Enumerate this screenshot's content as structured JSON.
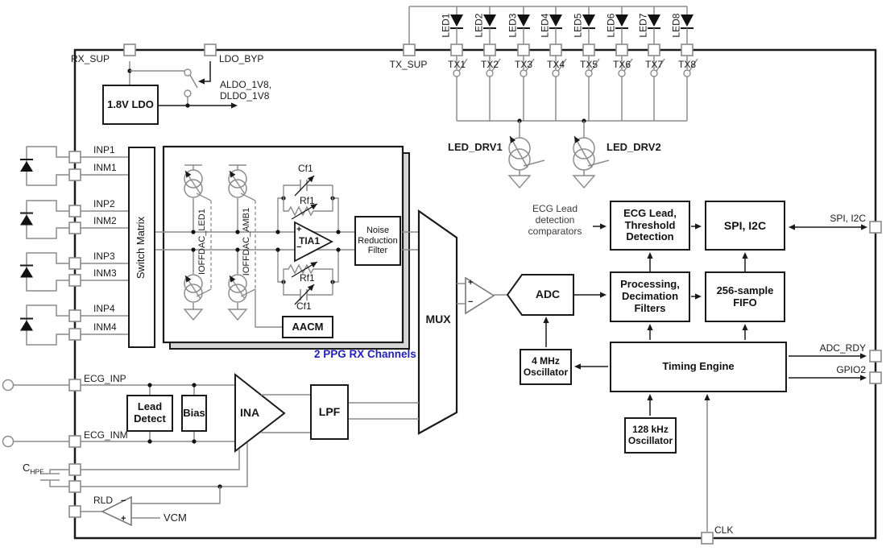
{
  "diagram": {
    "power": {
      "rx_sup": "RX_SUP",
      "ldo_byp": "LDO_BYP",
      "ldo": "1.8V LDO",
      "out_line1": "ALDO_1V8,",
      "out_line2": "DLDO_1V8"
    },
    "tx": {
      "tx_sup": "TX_SUP",
      "drv1": "LED_DRV1",
      "drv2": "LED_DRV2",
      "channels": [
        {
          "led": "LED1",
          "pin": "TX1"
        },
        {
          "led": "LED2",
          "pin": "TX2"
        },
        {
          "led": "LED3",
          "pin": "TX3"
        },
        {
          "led": "LED4",
          "pin": "TX4"
        },
        {
          "led": "LED5",
          "pin": "TX5"
        },
        {
          "led": "LED6",
          "pin": "TX6"
        },
        {
          "led": "LED7",
          "pin": "TX7"
        },
        {
          "led": "LED8",
          "pin": "TX8"
        }
      ]
    },
    "rx_inputs": [
      {
        "p": "INP1",
        "m": "INM1"
      },
      {
        "p": "INP2",
        "m": "INM2"
      },
      {
        "p": "INP3",
        "m": "INM3"
      },
      {
        "p": "INP4",
        "m": "INM4"
      }
    ],
    "switch_matrix": "Switch Matrix",
    "ppg": {
      "ioffdac_led": "IOFFDAC_LED1",
      "ioffdac_amb": "IOFFDAC_AMB1",
      "tia": "TIA1",
      "plus": "+",
      "minus": "−",
      "cf": "Cf1",
      "rf": "Rf1",
      "aacm": "AACM",
      "nrf": [
        "Noise",
        "Reduction",
        "Filter"
      ],
      "caption": "2 PPG RX Channels"
    },
    "mux": "MUX",
    "adc": "ADC",
    "osc4": [
      "4 MHz",
      "Oscillator"
    ],
    "osc128": [
      "128 kHz",
      "Oscillator"
    ],
    "comparators": [
      "ECG Lead",
      "detection",
      "comparators"
    ],
    "digital": {
      "ecg_lead": [
        "ECG Lead,",
        "Threshold",
        "Detection"
      ],
      "spi": "SPI, I2C",
      "processing": [
        "Processing,",
        "Decimation",
        "Filters"
      ],
      "fifo": [
        "256-sample",
        "FIFO"
      ],
      "timing": "Timing Engine"
    },
    "pins": {
      "spi": "SPI, I2C",
      "adc_rdy": "ADC_RDY",
      "gpio2": "GPIO2",
      "clk": "CLK"
    },
    "ecg": {
      "inp": "ECG_INP",
      "inm": "ECG_INM",
      "lead_detect": [
        "Lead",
        "Detect"
      ],
      "bias": "Bias",
      "ina": "INA",
      "lpf": "LPF",
      "chpf_base": "C",
      "chpf_sub": "HPF",
      "rld": "RLD",
      "vcm": "VCM",
      "plus": "+",
      "minus": "−"
    }
  },
  "colors": {
    "caption_blue": "#2222bb",
    "wire_gray": "#8c8c8c",
    "line_black": "#1a1a1a"
  }
}
